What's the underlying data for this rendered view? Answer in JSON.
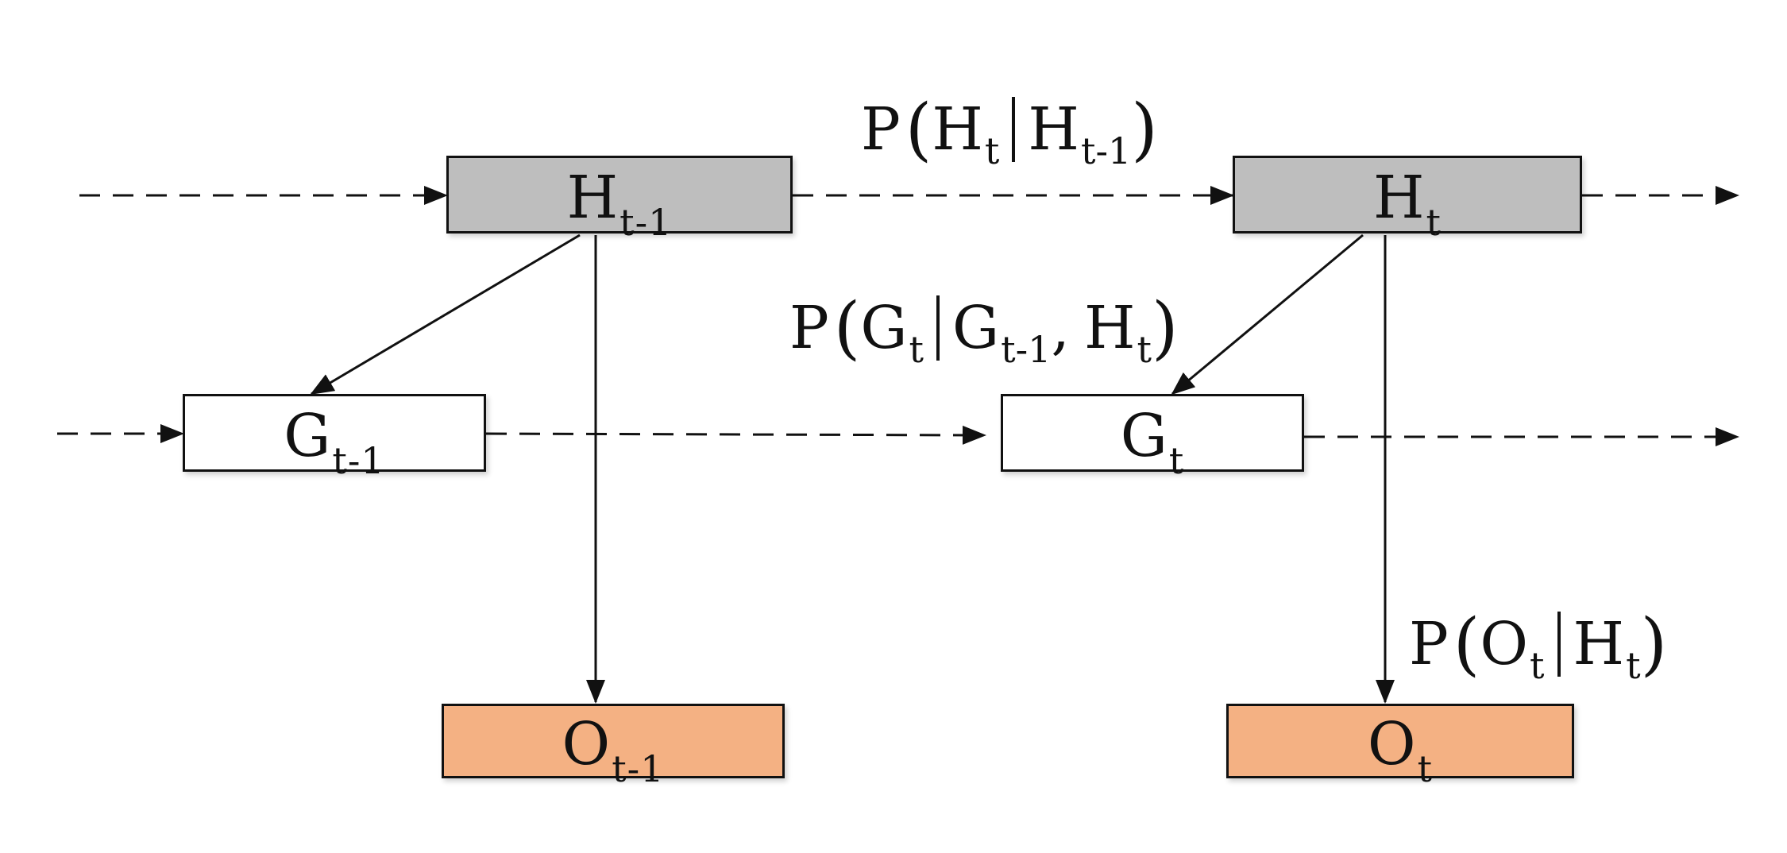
{
  "colors": {
    "hidden": "#bebebe",
    "observed": "#f4b183",
    "group": "#ffffff",
    "line": "#111111"
  },
  "nodes": {
    "h_prev": {
      "main": "H",
      "sub": "t-1"
    },
    "h_curr": {
      "main": "H",
      "sub": "t"
    },
    "g_prev": {
      "main": "G",
      "sub": "t-1"
    },
    "g_curr": {
      "main": "G",
      "sub": "t"
    },
    "o_prev": {
      "main": "O",
      "sub": "t-1"
    },
    "o_curr": {
      "main": "O",
      "sub": "t"
    }
  },
  "labels": {
    "transition": {
      "fn": "P",
      "target_main": "H",
      "target_sub": "t",
      "given1_main": "H",
      "given1_sub": "t-1"
    },
    "group_transition": {
      "fn": "P",
      "target_main": "G",
      "target_sub": "t",
      "given1_main": "G",
      "given1_sub": "t-1",
      "sep": ",",
      "given2_main": "H",
      "given2_sub": "t"
    },
    "emission": {
      "fn": "P",
      "target_main": "O",
      "target_sub": "t",
      "given1_main": "H",
      "given1_sub": "t"
    }
  }
}
